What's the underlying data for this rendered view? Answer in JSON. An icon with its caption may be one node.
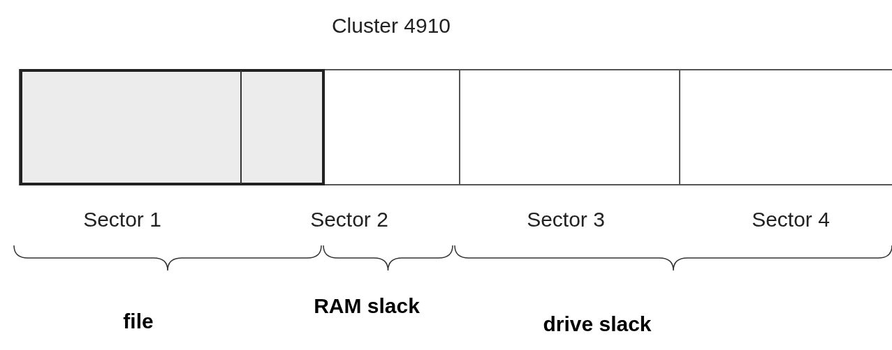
{
  "diagram": {
    "title": "Cluster 4910",
    "labels": [
      "Sector 1",
      "Sector 2",
      "Sector 3",
      "Sector 4",
      "file",
      "RAM slack",
      "drive slack"
    ]
  }
}
